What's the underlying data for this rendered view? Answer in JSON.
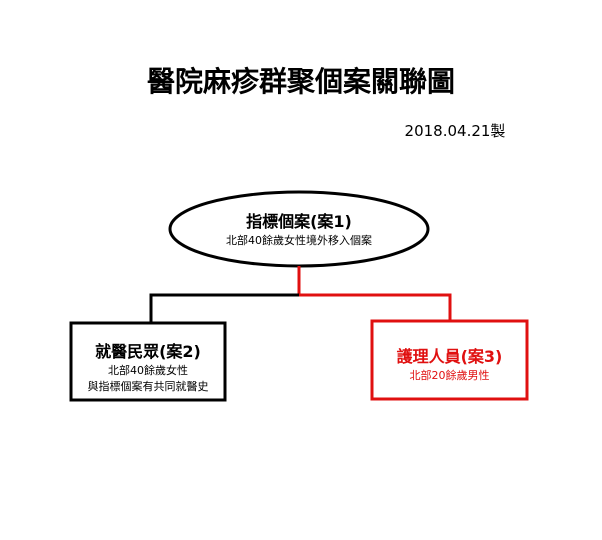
{
  "title": "醫院麻疹群聚個案關聯圖",
  "date": "2018.04.21製",
  "colors": {
    "black": "#000000",
    "red": "#e01010"
  },
  "nodes": [
    {
      "label": "指標個案(案1)",
      "desc": [
        "北部40餘歲女性境外移入個案"
      ]
    },
    {
      "label": "就醫民眾(案2)",
      "desc": [
        "北部40餘歲女性",
        "與指標個案有共同就醫史"
      ]
    },
    {
      "label": "護理人員(案3)",
      "desc": [
        "北部20餘歲男性"
      ]
    }
  ]
}
